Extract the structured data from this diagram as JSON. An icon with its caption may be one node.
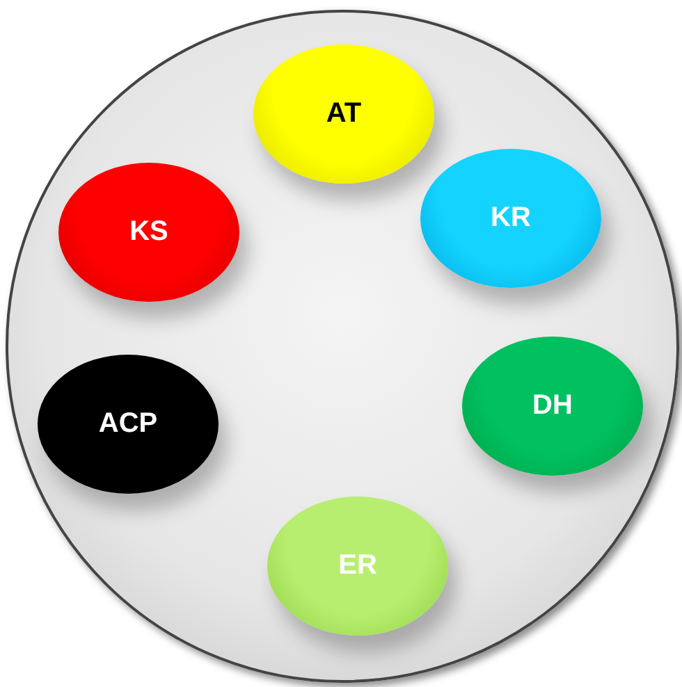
{
  "diagram": {
    "nodes": [
      {
        "text": [],
        "shape": "circle"
      },
      {
        "text": [
          "AT"
        ],
        "in": 0
      },
      {
        "text": [
          "KS"
        ],
        "in": 0
      },
      {
        "text": [
          "KR"
        ],
        "in": 0
      },
      {
        "text": [
          "ACP"
        ],
        "in": 0
      },
      {
        "text": [
          "DH"
        ],
        "in": 0
      },
      {
        "text": [
          "ER"
        ],
        "in": 0
      }
    ]
  }
}
